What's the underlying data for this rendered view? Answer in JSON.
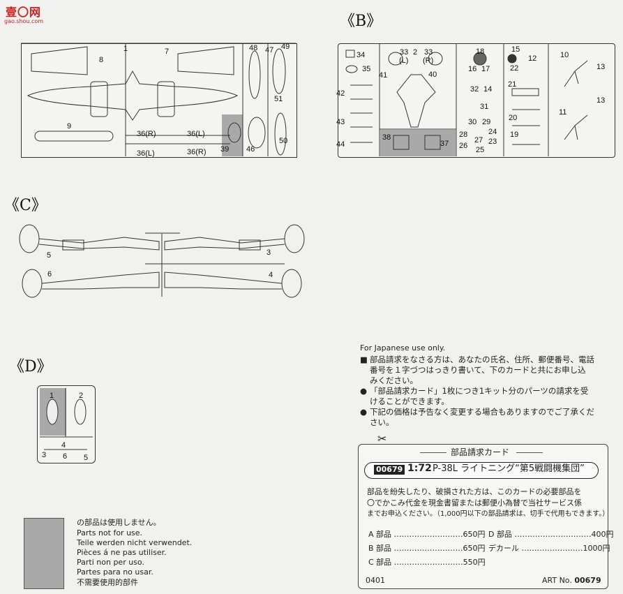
{
  "watermark": {
    "logo": "壹〇网",
    "url": "gao.shou.com"
  },
  "sections": {
    "B": "《B》",
    "C": "《C》",
    "D": "《D》"
  },
  "sprueA": {
    "nums": [
      "1",
      "7",
      "8",
      "9",
      "36(R)",
      "36(L)",
      "36(L)",
      "36(R)",
      "39",
      "46",
      "47",
      "48",
      "49",
      "50",
      "51"
    ]
  },
  "sprueB": {
    "nums": [
      "34",
      "35",
      "42",
      "43",
      "44",
      "33",
      "(L)",
      "2",
      "33",
      "(R)",
      "41",
      "40",
      "38",
      "37",
      "18",
      "16",
      "17",
      "32",
      "14",
      "31",
      "30",
      "29",
      "28",
      "24",
      "26",
      "27",
      "25",
      "23",
      "15",
      "22",
      "12",
      "21",
      "20",
      "19",
      "10",
      "13",
      "11",
      "13"
    ]
  },
  "sprueC": {
    "nums": [
      "5",
      "3",
      "6",
      "4"
    ]
  },
  "sprueD": {
    "nums": [
      "1",
      "2",
      "4",
      "3",
      "6",
      "5"
    ]
  },
  "legend": {
    "lines": [
      "の部品は使用しません。",
      "Parts not for use.",
      "Teile werden nicht verwendet.",
      "Pièces á ne pas utiliser.",
      "Parti non per uso.",
      "Partes para no usar.",
      "不需要使用的部件"
    ]
  },
  "notice": {
    "heading": "For Japanese use only.",
    "bullet1_a": "部品請求をなさる方は、あなたの氏名、住所、郵便番号、電話",
    "bullet1_b": "番号を１字づつはっきり書いて、下のカードと共にお申し込",
    "bullet1_c": "みください。",
    "bullet2_a": "「部品請求カード」1枚につき1キット分のパーツの請求を受",
    "bullet2_b": "けることができます。",
    "bullet3_a": "下記の価格は予告なく変更する場合もありますのでご了承くだ",
    "bullet3_b": "さい。"
  },
  "card": {
    "title": "部品請求カード",
    "code": "00679",
    "scale": "1:72",
    "model": "P-38L ライトニング“第5戦闘機集団”",
    "text_a": "部品を紛失したり、破損された方は、このカードの必要部品を",
    "text_b": "〇でかこみ代金を現金書留または郵便小為替で当社サービス係",
    "text_c": "までお申込ください。（1,000円以下の部品請求は、切手で代用もできます。）",
    "prices": [
      {
        "label": "A 部品 ………………………650円"
      },
      {
        "label": "D 部品 …………………………400円"
      },
      {
        "label": "B 部品 ………………………650円"
      },
      {
        "label": "デカール ……………………1000円"
      },
      {
        "label": "C 部品 ………………………550円"
      }
    ],
    "footer_left": "0401",
    "footer_right_label": "ART No. ",
    "footer_right_num": "00679"
  }
}
